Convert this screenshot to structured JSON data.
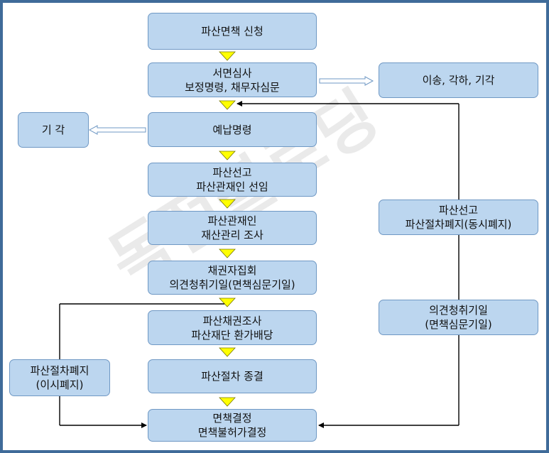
{
  "boxes": {
    "bankruptcy_application": "파산면책 신청",
    "document_review": [
      "서면심사",
      "보정명령, 채무자심문"
    ],
    "transfer_dismissal": "이송, 각하, 기각",
    "prepayment_order": "예납명령",
    "dismissal": "기 각",
    "bankruptcy_declaration": [
      "파산선고",
      "파산관재인 선임"
    ],
    "trustee_investigation": [
      "파산관재인",
      "재산관리 조사"
    ],
    "creditors_meeting": [
      "채권자집회",
      "의견청취기일(면책심문기일)"
    ],
    "claims_investigation": [
      "파산채권조사",
      "파산재단 환가배당"
    ],
    "bankruptcy_termination": "파산절차 종결",
    "discharge_decision": [
      "면책결정",
      "면책불허가결정"
    ],
    "abolition_later": [
      "파산절차폐지",
      "(이시폐지)"
    ],
    "simultaneous_abolition": [
      "파산선고",
      "파산절차폐지(동시폐지)"
    ],
    "opinion_hearing": [
      "의견청취기일",
      "(면책심문기일)"
    ]
  },
  "watermark": "독점블로딩",
  "colors": {
    "box_fill": "#bcd6ef",
    "box_border": "#6f98c4",
    "frame": "#3f6b99",
    "arrow_fill": "#ffff00",
    "line": "#000000"
  }
}
